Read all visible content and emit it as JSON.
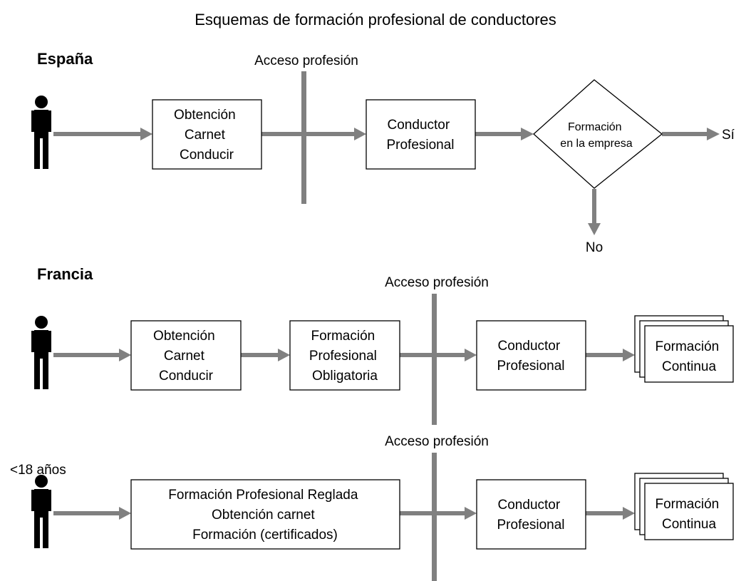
{
  "title": "Esquemas de formación profesional de conductores",
  "colors": {
    "arrow": "#808080",
    "person": "#000000",
    "box_border": "#000000"
  },
  "icons": [
    "person-icon"
  ],
  "espana": {
    "heading": "España",
    "access_label": "Acceso profesión",
    "step1": [
      "Obtención",
      "Carnet",
      "Conducir"
    ],
    "step2": [
      "Conductor",
      "Profesional"
    ],
    "decision": [
      "Formación",
      "en la empresa"
    ],
    "yes_label": "Sí",
    "no_label": "No"
  },
  "francia": {
    "heading": "Francia",
    "route1": {
      "access_label": "Acceso profesión",
      "step1": [
        "Obtención",
        "Carnet",
        "Conducir"
      ],
      "step2": [
        "Formación",
        "Profesional",
        "Obligatoria"
      ],
      "step3": [
        "Conductor",
        "Profesional"
      ],
      "step4": [
        "Formación",
        "Continua"
      ]
    },
    "route2": {
      "age_label": "<18 años",
      "access_label": "Acceso profesión",
      "step1": [
        "Formación Profesional Reglada",
        "Obtención carnet",
        "Formación (certificados)"
      ],
      "step2": [
        "Conductor",
        "Profesional"
      ],
      "step3": [
        "Formación",
        "Continua"
      ]
    }
  }
}
